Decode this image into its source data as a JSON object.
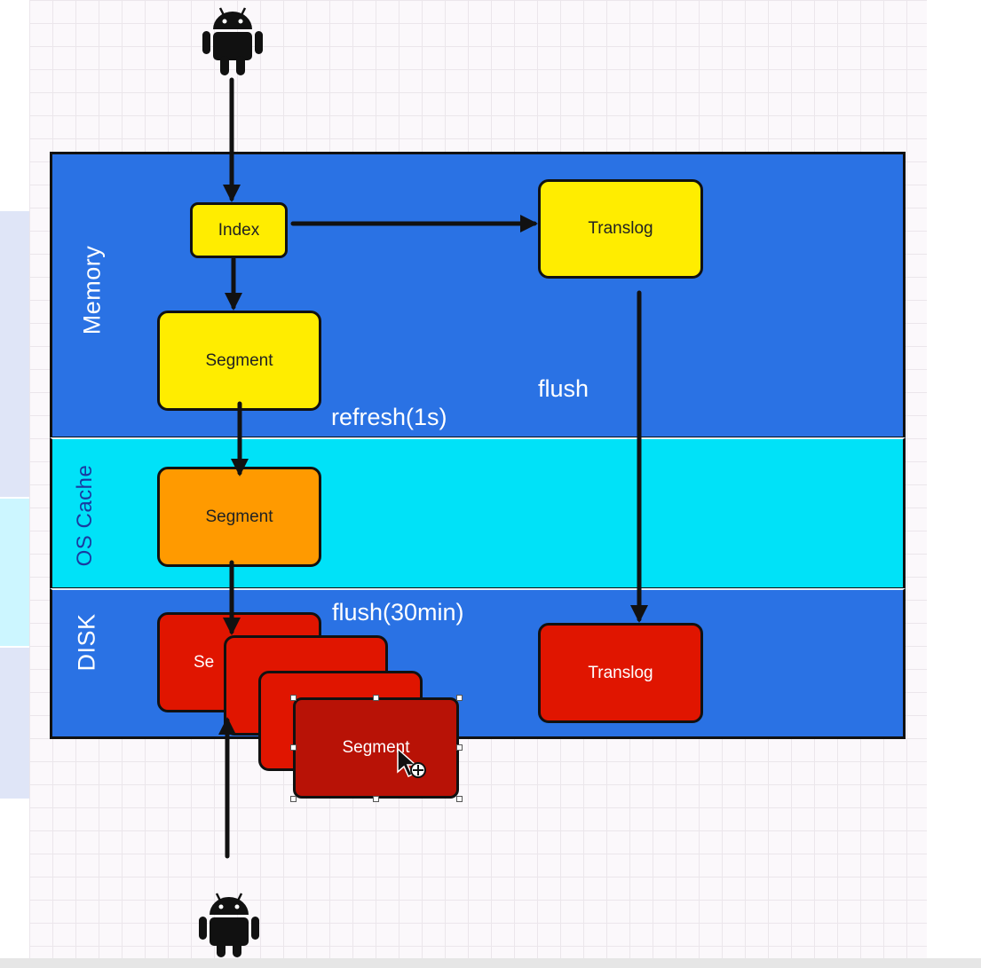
{
  "bands": {
    "memory": "Memory",
    "os_cache": "OS Cache",
    "disk": "DISK"
  },
  "nodes": {
    "index": "Index",
    "translog_memory": "Translog",
    "segment_memory": "Segment",
    "segment_os_cache": "Segment",
    "translog_disk": "Translog",
    "segment_disk_1": "Se",
    "segment_disk_front": "Segment"
  },
  "annotations": {
    "refresh": "refresh(1s)",
    "flush": "flush",
    "flush_interval": "flush(30min)"
  },
  "icons": [
    "android-icon-top",
    "android-icon-bottom",
    "cursor-move-icon"
  ],
  "colors": {
    "memory_band": "#2a72e4",
    "os_cache_band": "#00e2f8",
    "disk_band": "#2a72e4",
    "memory_node": "#ffed00",
    "os_cache_node": "#ff9a00",
    "disk_node": "#e01500",
    "selected_node": "#b81206"
  }
}
